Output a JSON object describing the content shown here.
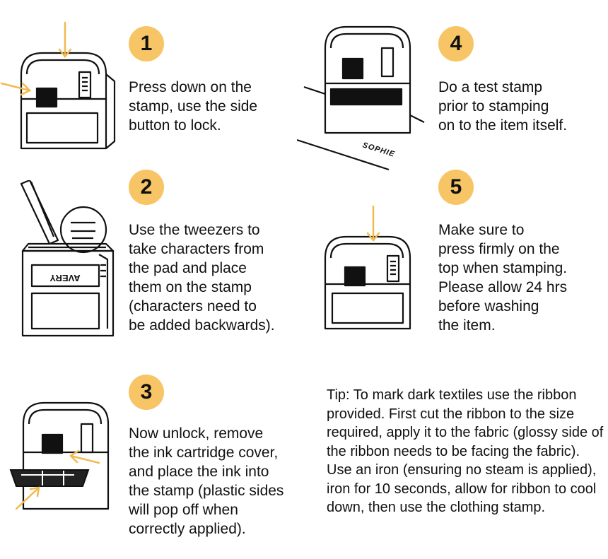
{
  "steps": [
    {
      "number": "1",
      "text": "Press down on the\nstamp, use the side\nbutton to lock."
    },
    {
      "number": "2",
      "text": "Use the tweezers to\ntake characters from\nthe pad and place\nthem on the stamp\n(characters need to\nbe added backwards)."
    },
    {
      "number": "3",
      "text": "Now unlock, remove\nthe ink cartridge cover,\nand place the ink into\nthe stamp (plastic sides\nwill pop off when\ncorrectly applied)."
    },
    {
      "number": "4",
      "text": "Do a test stamp\nprior to stamping\non to the item itself."
    },
    {
      "number": "5",
      "text": "Make sure to\npress firmly on the\ntop when stamping.\nPlease allow 24 hrs\nbefore washing\nthe item."
    }
  ],
  "tip": "Tip: To mark dark textiles use the ribbon provided. First cut the ribbon to the size required, apply it to the fabric (glossy side of the ribbon needs to be facing the fabric). Use an iron (ensuring no steam is applied), iron for 10 seconds, allow for ribbon to cool down, then use the clothing stamp.",
  "illustrations": {
    "stamp_brand": "AVERY",
    "test_print": "SOPHIE"
  },
  "colors": {
    "accent": "#f7c566",
    "line": "#111111"
  }
}
